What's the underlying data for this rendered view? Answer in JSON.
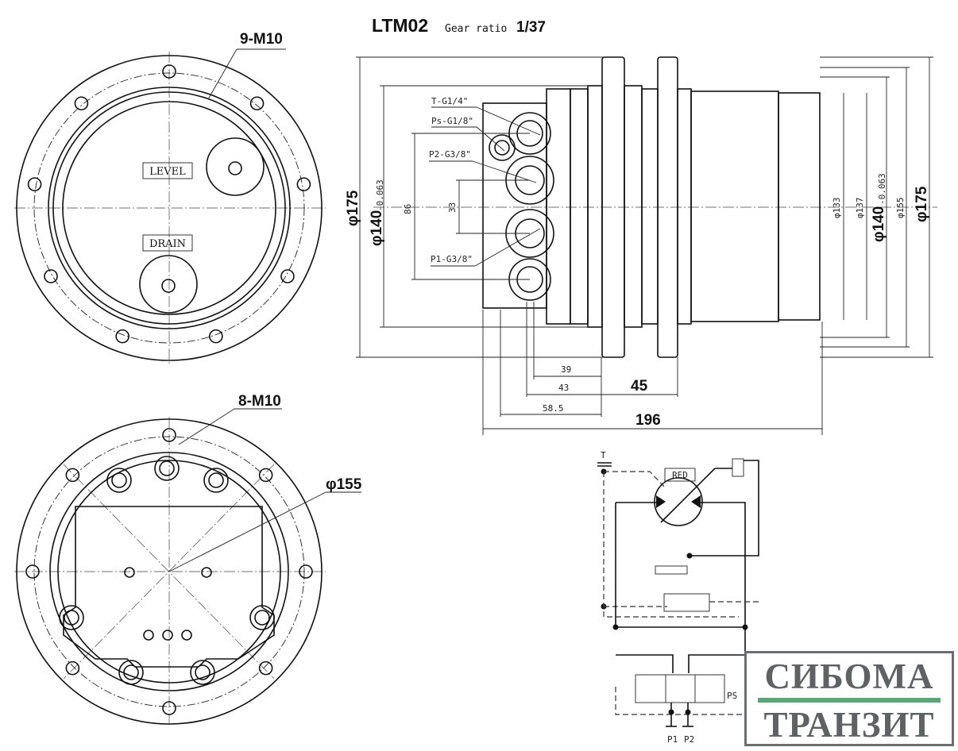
{
  "title": {
    "model": "LTM02",
    "gear_ratio_label": "Gear ratio",
    "gear_ratio": "1/37"
  },
  "front_view": {
    "bolt_label": "9-M10",
    "level_label": "LEVEL",
    "drain_label": "DRAIN"
  },
  "rear_view": {
    "bolt_label": "8-M10",
    "diameter_label": "φ155"
  },
  "side_view": {
    "ports": [
      "T-G1/4\"",
      "Ps-G1/8\"",
      "P2-G3/8\"",
      "P1-G3/8\""
    ],
    "left_dims": {
      "d175": "φ175",
      "d140": "φ140",
      "d140_tol": "-0.063",
      "h86": "86",
      "h33": "33"
    },
    "right_dims": {
      "d133": "φ133",
      "d137": "φ137",
      "d140": "φ140",
      "d140_tol": "-0.063",
      "d155": "φ155",
      "d175": "φ175"
    },
    "bottom_dims": {
      "d39": "39",
      "d43": "43",
      "d45": "45",
      "d58_5": "58.5",
      "d196": "196"
    }
  },
  "schematic": {
    "t_port": "T",
    "red_label": "RED",
    "p1": "P1",
    "p2": "P2",
    "ps": "PS"
  },
  "logo": {
    "line1": "СИБОМА",
    "line2": "ТРАНЗИТ",
    "accent": "#5aa678"
  }
}
